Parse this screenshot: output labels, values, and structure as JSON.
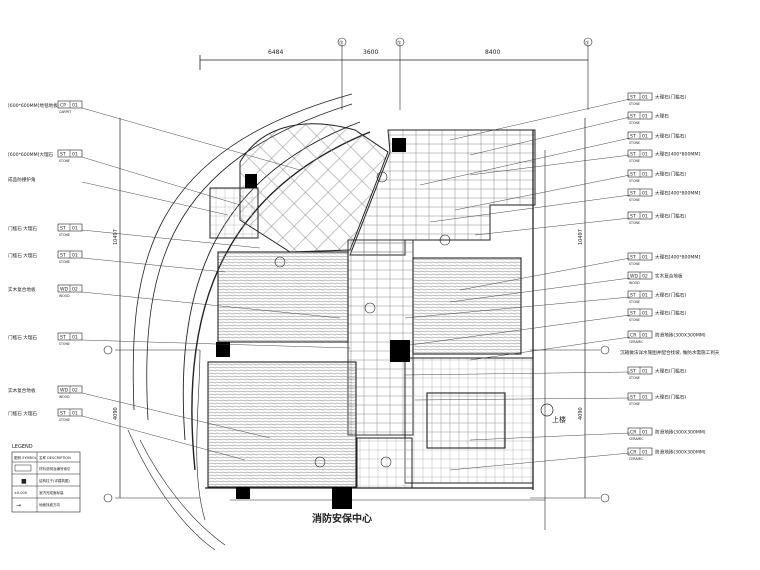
{
  "dimensions": {
    "top": [
      "6484",
      "3600",
      "8400"
    ],
    "grid_labels": [
      "①",
      "①",
      "①"
    ]
  },
  "tags_left": [
    {
      "note": "[600*600MM]地毯地板",
      "code": "CP",
      "num": "01",
      "sub": "CARPET"
    },
    {
      "note": "[600*600MM]大理石",
      "code": "ST",
      "num": "01",
      "sub": "STONE"
    },
    {
      "note": "成品防撞护角",
      "code": "",
      "num": "",
      "sub": ""
    },
    {
      "note": "门槛石 大理石",
      "code": "ST",
      "num": "01",
      "sub": "STONE"
    },
    {
      "note": "门槛石 大理石",
      "code": "ST",
      "num": "01",
      "sub": "STONE"
    },
    {
      "note": "实木复合地板",
      "code": "WD",
      "num": "02",
      "sub": "WOOD"
    },
    {
      "note": "门槛石 大理石",
      "code": "ST",
      "num": "01",
      "sub": "STONE"
    },
    {
      "note": "实木复合地板",
      "code": "WD",
      "num": "02",
      "sub": "WOOD"
    },
    {
      "note": "门槛石 大理石",
      "code": "ST",
      "num": "01",
      "sub": "STONE"
    }
  ],
  "tags_right": [
    {
      "code": "ST",
      "num": "01",
      "note": "大理石(门槛石)",
      "sub": "STONE"
    },
    {
      "code": "ST",
      "num": "01",
      "note": "大理石",
      "sub": "STONE"
    },
    {
      "code": "ST",
      "num": "01",
      "note": "大理石(门槛石)",
      "sub": "STONE"
    },
    {
      "code": "ST",
      "num": "01",
      "note": "大理石[400*800MM]",
      "sub": "STONE"
    },
    {
      "code": "ST",
      "num": "01",
      "note": "大理石(门槛石)",
      "sub": "STONE"
    },
    {
      "code": "ST",
      "num": "01",
      "note": "大理石[400*800MM]",
      "sub": "STONE"
    },
    {
      "code": "ST",
      "num": "01",
      "note": "大理石(门槛石)",
      "sub": "STONE"
    },
    {
      "code": "ST",
      "num": "01",
      "note": "大理石[400*800MM]",
      "sub": "STONE"
    },
    {
      "code": "WD",
      "num": "02",
      "note": "实木复合地板",
      "sub": "WOOD"
    },
    {
      "code": "ST",
      "num": "01",
      "note": "大理石(门槛石)",
      "sub": "STONE"
    },
    {
      "code": "ST",
      "num": "01",
      "note": "大理石(门槛石)",
      "sub": "STONE"
    },
    {
      "code": "CR",
      "num": "01",
      "note": "防滑地砖(300X300MM)",
      "sub": "CERAMIC"
    },
    {
      "code": "ST",
      "num": "01",
      "note": "大理石(门槛石)",
      "sub": "STONE"
    },
    {
      "code": "ST",
      "num": "01",
      "note": "大理石(门槛石)",
      "sub": "STONE"
    },
    {
      "code": "CR",
      "num": "01",
      "note": "防滑地砖(300X300MM)",
      "sub": "CERAMIC"
    },
    {
      "code": "CR",
      "num": "01",
      "note": "防滑地砖(300X300MM)",
      "sub": "CERAMIC"
    }
  ],
  "side_note": "沉箱做法详水施图并配合找坡, 做防水需施工到天",
  "room_title": "消防安保中心",
  "upstairs_label": "上楼",
  "legend": {
    "title": "LEGEND",
    "headers": [
      "图例\nSYMBOL",
      "名称\nDESCRIPTION"
    ],
    "rows": [
      {
        "symbol": "",
        "text": "材料说明及编号索引"
      },
      {
        "symbol": "■",
        "text": "结构柱子(详建筑图)"
      },
      {
        "symbol": "±0.000",
        "text": "室内完成面标高"
      },
      {
        "symbol": "→",
        "text": "地面找坡方向"
      }
    ]
  },
  "side_dims": {
    "left": [
      "10497",
      "4090"
    ],
    "right": [
      "10497",
      "4090"
    ]
  }
}
